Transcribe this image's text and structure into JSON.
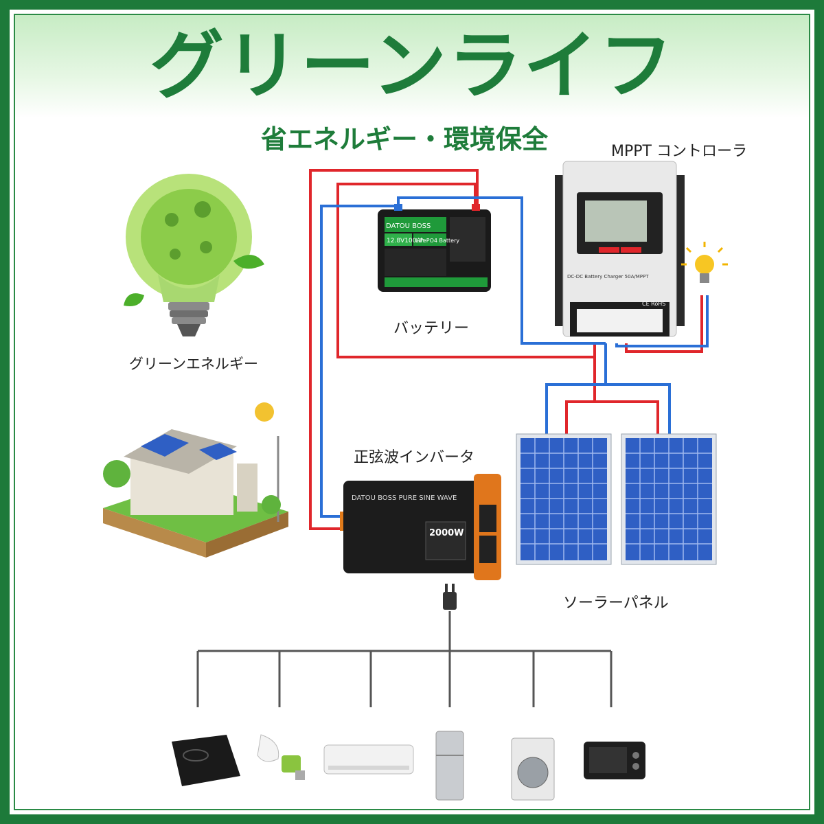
{
  "header": {
    "title": "グリーンライフ",
    "subtitle": "省エネルギー・環境保全"
  },
  "labels": {
    "mppt": "MPPT コントローラ",
    "battery": "バッテリー",
    "green_energy": "グリーンエネルギー",
    "inverter": "正弦波インバータ",
    "solar": "ソーラーパネル"
  },
  "battery": {
    "brand": "DATOU BOSS",
    "spec": "12.8V100Ah",
    "type": "LiFePO4 Battery"
  },
  "controller": {
    "model": "DC-DC Battery Charger 50A/MPPT",
    "cert": "CE RoHS"
  },
  "inverter": {
    "brand": "DATOU BOSS PURE SINE WAVE",
    "watt": "2000W"
  },
  "appliances": [
    "induction-cooker",
    "cfl-bulb",
    "air-conditioner",
    "refrigerator",
    "washing-machine",
    "microwave-oven"
  ],
  "colors": {
    "brand_green": "#1e7c3a",
    "wire_red": "#e0262b",
    "wire_blue": "#2a6fd6",
    "panel_blue": "#2f5fc4"
  }
}
